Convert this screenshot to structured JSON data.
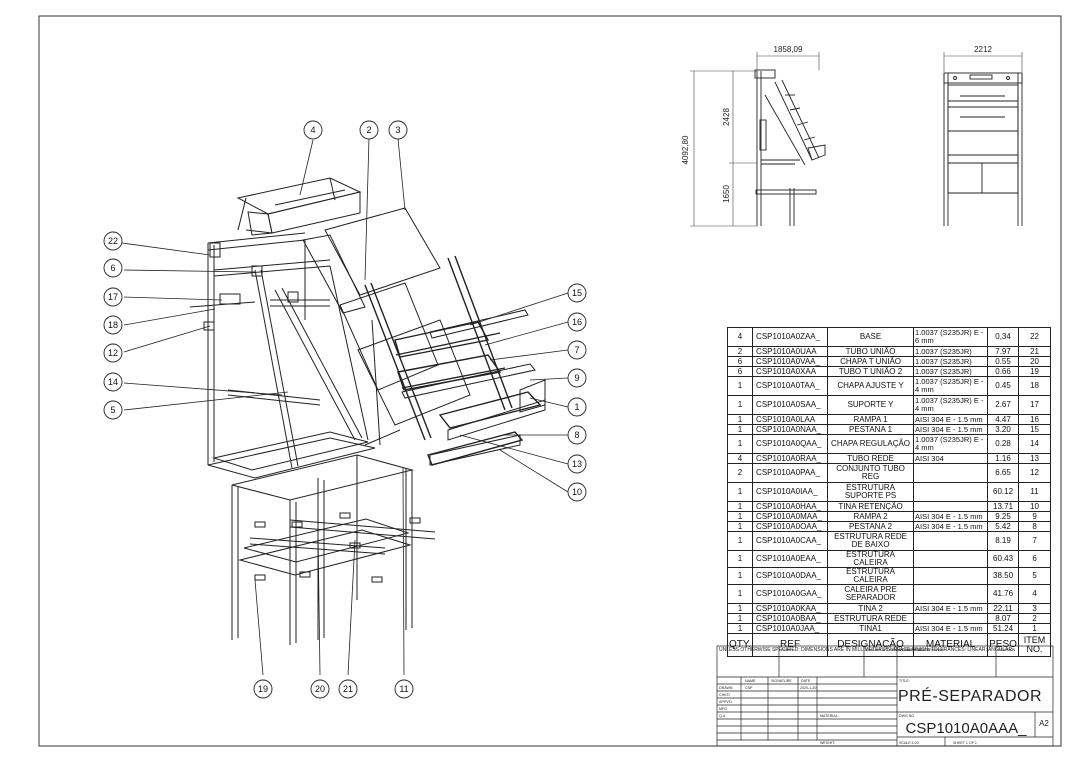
{
  "views": {
    "side": {
      "width": "1858,09",
      "height_total": "4092,80",
      "height_upper": "2428",
      "height_lower": "1650"
    },
    "front": {
      "width": "2212"
    }
  },
  "balloons": [
    {
      "n": "4"
    },
    {
      "n": "2"
    },
    {
      "n": "3"
    },
    {
      "n": "22"
    },
    {
      "n": "6"
    },
    {
      "n": "17"
    },
    {
      "n": "18"
    },
    {
      "n": "12"
    },
    {
      "n": "14"
    },
    {
      "n": "5"
    },
    {
      "n": "15"
    },
    {
      "n": "16"
    },
    {
      "n": "7"
    },
    {
      "n": "9"
    },
    {
      "n": "1"
    },
    {
      "n": "8"
    },
    {
      "n": "13"
    },
    {
      "n": "10"
    },
    {
      "n": "19"
    },
    {
      "n": "20"
    },
    {
      "n": "21"
    },
    {
      "n": "11"
    }
  ],
  "bom": {
    "headers": {
      "qty": "QTY.",
      "ref": "REF",
      "desc": "DESIGNAÇÃO",
      "mat": "MATERIAL",
      "peso": "PESO",
      "item": "ITEM NO."
    },
    "rows": [
      {
        "qty": "4",
        "ref": "CSP1010A0ZAA_",
        "desc": "BASE",
        "mat": "1.0037 (S235JR) E - 6 mm",
        "peso": "0,34",
        "item": "22",
        "h": 20
      },
      {
        "qty": "2",
        "ref": "CSP1010A0UAA",
        "desc": "TUBO UNIÃO",
        "mat": "1.0037 (S235JR)",
        "peso": "7.97",
        "item": "21",
        "h": 10
      },
      {
        "qty": "6",
        "ref": "CSP1010A0VAA_",
        "desc": "CHAPA T UNIÃO",
        "mat": "1.0037 (S235JR)",
        "peso": "0.55",
        "item": "20",
        "h": 10
      },
      {
        "qty": "6",
        "ref": "CSP1010A0XAA",
        "desc": "TUBO T UNIÃO 2",
        "mat": "1.0037 (S235JR)",
        "peso": "0.66",
        "item": "19",
        "h": 10
      },
      {
        "qty": "1",
        "ref": "CSP1010A0TAA_",
        "desc": "CHAPA AJUSTE Y",
        "mat": "1.0037 (S235JR) E - 4 mm",
        "peso": "0.45",
        "item": "18",
        "h": 20
      },
      {
        "qty": "1",
        "ref": "CSP1010A0SAA_",
        "desc": "SUPORTE Y",
        "mat": "1.0037 (S235JR) E - 4 mm",
        "peso": "2.67",
        "item": "17",
        "h": 20
      },
      {
        "qty": "1",
        "ref": "CSP1010A0LAA",
        "desc": "RAMPA 1",
        "mat": "AISI 304 E - 1.5 mm",
        "peso": "4.47",
        "item": "16",
        "h": 10
      },
      {
        "qty": "1",
        "ref": "CSP1010A0NAA_",
        "desc": "PESTANA 1",
        "mat": "AISI 304 E - 1.5 mm",
        "peso": "3.20",
        "item": "15",
        "h": 10
      },
      {
        "qty": "1",
        "ref": "CSP1010A0QAA_",
        "desc": "CHAPA REGULAÇÃO",
        "mat": "1.0037 (S235JR) E - 4 mm",
        "peso": "0.28",
        "item": "14",
        "h": 20
      },
      {
        "qty": "4",
        "ref": "CSP1010A0RAA_",
        "desc": "TUBO REDE",
        "mat": "AISI 304",
        "peso": "1.16",
        "item": "13",
        "h": 10
      },
      {
        "qty": "2",
        "ref": "CSP1010A0PAA_",
        "desc": "CONJUNTO TUBO REG",
        "mat": "",
        "peso": "6.65",
        "item": "12",
        "h": 20
      },
      {
        "qty": "1",
        "ref": "CSP1010A0IAA_",
        "desc": "ESTRUTURA SUPORTE PS",
        "mat": "",
        "peso": "60.12",
        "item": "11",
        "h": 20
      },
      {
        "qty": "1",
        "ref": "CSP1010A0HAA_",
        "desc": "TINA RETENÇÃO",
        "mat": "",
        "peso": "13.71",
        "item": "10",
        "h": 10
      },
      {
        "qty": "1",
        "ref": "CSP1010A0MAA_",
        "desc": "RAMPA 2",
        "mat": "AISI 304 E - 1.5 mm",
        "peso": "9.25",
        "item": "9",
        "h": 10
      },
      {
        "qty": "1",
        "ref": "CSP1010A0OAA_",
        "desc": "PESTANA 2",
        "mat": "AISI 304 E - 1.5 mm",
        "peso": "5.42",
        "item": "8",
        "h": 10
      },
      {
        "qty": "1",
        "ref": "CSP1010A0CAA_",
        "desc": "ESTRUTURA REDE DE BAIXO",
        "mat": "",
        "peso": "8.19",
        "item": "7",
        "h": 20
      },
      {
        "qty": "1",
        "ref": "CSP1010A0EAA_",
        "desc": "ESTRUTURA CALEIRA",
        "mat": "",
        "peso": "60.43",
        "item": "6",
        "h": 10
      },
      {
        "qty": "1",
        "ref": "CSP1010A0DAA_",
        "desc": "ESTRUTURA CALEIRA",
        "mat": "",
        "peso": "38.50",
        "item": "5",
        "h": 10
      },
      {
        "qty": "1",
        "ref": "CSP1010A0GAA_",
        "desc": "CALEIRA PRE SEPARADOR",
        "mat": "",
        "peso": "41.76",
        "item": "4",
        "h": 20
      },
      {
        "qty": "1",
        "ref": "CSP1010A0KAA_",
        "desc": "TINA 2",
        "mat": "AISI 304 E - 1.5 mm",
        "peso": "22.11",
        "item": "3",
        "h": 10
      },
      {
        "qty": "1",
        "ref": "CSP1010A0BAA_",
        "desc": "ESTRUTURA REDE",
        "mat": "",
        "peso": "8.07",
        "item": "2",
        "h": 10
      },
      {
        "qty": "1",
        "ref": "CSP1010A0JAA_",
        "desc": "TINA1",
        "mat": "AISI 304 E - 1.5 mm",
        "peso": "51.24",
        "item": "1",
        "h": 10
      }
    ]
  },
  "title_block": {
    "title": "PRÉ-SEPARADOR",
    "dwg_no": "CSP1010A0AAA_",
    "size": "A2",
    "notes": "UNLESS OTHERWISE SPECIFIED: DIMENSIONS ARE IN MILLIMETERS SURFACE FINISH: TOLERANCES: LINEAR: ANGULAR:",
    "finish": "FINISH:",
    "deburr": "DEBURR AND BREAK SHARP EDGES",
    "noscale": "DO NOT SCALE DRAWING",
    "revision": "REVISION",
    "h_name": "NAME",
    "h_sig": "SIGNATURE",
    "h_date": "DATE",
    "r_drawn": "DRAWN",
    "r_chkd": "CHK'D",
    "r_appvd": "APPV'D",
    "r_mfg": "MFG",
    "r_qa": "Q.A",
    "drawn_name": "CSP",
    "drawn_date": "2020-1-20",
    "l_title": "TITLE:",
    "l_material": "MATERIAL:",
    "l_dwgno": "DWG NO.",
    "l_weight": "WEIGHT:",
    "l_scale": "SCALE:1:20",
    "l_sheet": "SHEET 1 OF 1"
  }
}
